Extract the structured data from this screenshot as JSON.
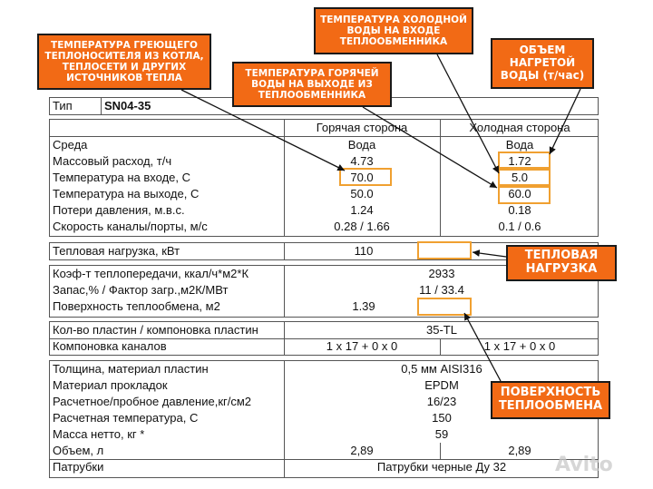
{
  "tip": {
    "label": "Тип",
    "value": "SN04-35"
  },
  "section1": {
    "hot_header": "Горячая сторона",
    "cold_header": "Холодная сторона",
    "rows": [
      {
        "label": "Среда",
        "hot": "Вода",
        "cold": "Вода"
      },
      {
        "label": "Массовый расход, т/ч",
        "hot": "4.73",
        "cold": "1.72"
      },
      {
        "label": "Температура на входе, С",
        "hot": "70.0",
        "cold": "5.0"
      },
      {
        "label": "Температура на выходе, С",
        "hot": "50.0",
        "cold": "60.0"
      },
      {
        "label": "Потери давления, м.в.с.",
        "hot": "1.24",
        "cold": "0.18"
      },
      {
        "label": "Скорость каналы/порты, м/с",
        "hot": "0.28 / 1.66",
        "cold": "0.1 / 0.6"
      }
    ]
  },
  "load": {
    "label": "Тепловая нагрузка, кВт",
    "value": "110"
  },
  "section3": {
    "rows": [
      {
        "label": "Коэф-т теплопередачи, ккал/ч*м2*К",
        "value": "2933"
      },
      {
        "label": "Запас,% / Фактор загр.,м2К/МВт",
        "value": "11 / 33.4"
      },
      {
        "label": "Поверхность теплообмена, м2",
        "value": "1.39"
      }
    ]
  },
  "section4": {
    "plates_label": "Кол-во пластин / компоновка пластин",
    "plates_value": "35-TL",
    "channels_label": "Компоновка каналов",
    "channels_hot": "1 x 17 + 0 x 0",
    "channels_cold": "1 x 17 + 0 x 0"
  },
  "section5": {
    "rows": [
      {
        "label": "Толщина, материал пластин",
        "value": "0,5 мм  AISI316"
      },
      {
        "label": "Материал прокладок",
        "value": "EPDM"
      },
      {
        "label": "Расчетное/пробное давление,кг/см2",
        "value": "16/23"
      },
      {
        "label": "Расчетная температура, С",
        "value": "150"
      },
      {
        "label": "Масса нетто, кг *",
        "value": "59"
      }
    ],
    "volume": {
      "label": "Объем, л",
      "hot": "2,89",
      "cold": "2,89"
    },
    "nozzles": {
      "label": "Патрубки",
      "value": "Патрубки черные Ду 32"
    }
  },
  "callouts": {
    "heating_temp": "ТЕМПЕРАТУРА ГРЕЮЩЕГО\nТЕПЛОНОСИТЕЛЯ ИЗ КОТЛА,\nТЕПЛОСЕТИ И ДРУГИХ\nИСТОЧНИКОВ ТЕПЛА",
    "hot_out_temp": "ТЕМПЕРАТУРА ГОРЯЧЕЙ\nВОДЫ НА ВЫХОДЕ ИЗ\nТЕПЛООБМЕННИКА",
    "cold_in_temp": "ТЕМПЕРАТУРА ХОЛОДНОЙ\nВОДЫ НА ВХОДЕ\nТЕПЛООБМЕННИКА",
    "volume": "ОБЪЕМ\nНАГРЕТОЙ\nВОДЫ (т/час)",
    "load": "ТЕПЛОВАЯ\nНАГРУЗКА",
    "surface": "ПОВЕРХНОСТЬ\nТЕПЛООБМЕНА"
  },
  "colors": {
    "accent": "#f26a15",
    "highlight": "#f0a030"
  },
  "watermark": "Avito"
}
